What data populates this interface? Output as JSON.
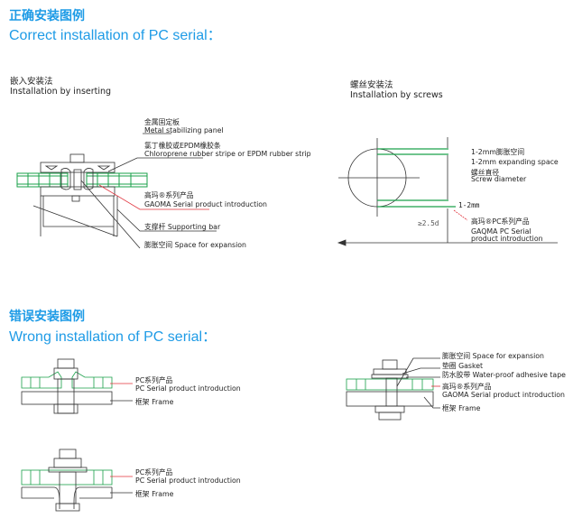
{
  "correct": {
    "title_cn": "正确安装图例",
    "title_en": "Correct installation of  PC serial：",
    "inserting": {
      "title_cn": "嵌入安装法",
      "title_en": "Installation by inserting",
      "labels": {
        "metal_cn": "金属固定板",
        "metal_en": "Metal stabilizing panel",
        "rubber_cn": "氯丁橡胶或EPDM橡胶条",
        "rubber_en": "Chloroprene rubber stripe or EPDM rubber strip",
        "product_cn": "高玛®系列产品",
        "product_en": "GAOMA Serial product introduction",
        "bar": "支撑杆  Supporting bar",
        "space": "膨胀空间 Space for expansion"
      }
    },
    "screws": {
      "title_cn": "螺丝安装法",
      "title_en": "Installation by screws",
      "labels": {
        "space_cn": "1-2mm膨胀空间",
        "space_en": "1-2mm expanding space",
        "diameter_cn": "螺丝直径",
        "diameter_en": "Screw diameter",
        "gap": "1-2mm",
        "distance": "≥2.5d",
        "product_cn": "高玛®PC系列产品",
        "product_en1": "GAQMA  PC Serial",
        "product_en2": "product introduction"
      }
    }
  },
  "wrong": {
    "title_cn": "错误安装图例",
    "title_en": "Wrong installation of PC serial：",
    "diagram1": {
      "product_cn": "PC系列产品",
      "product_en": "PC Serial product introduction",
      "frame": "框架 Frame"
    },
    "diagram2": {
      "product_cn": "PC系列产品",
      "product_en": "PC Serial product introduction",
      "frame": "框架 Frame"
    },
    "diagram3": {
      "space": "膨胀空间 Space for expansion",
      "gasket": "垫圈 Gasket",
      "tape": "防水胶带 Water-proof  adhesive tape",
      "product_cn": "高玛®系列产品",
      "product_en": "GAOMA  Serial product introduction",
      "frame": "框架  Frame"
    }
  },
  "colors": {
    "heading": "#1e9be6",
    "panel": "#1aa04a",
    "pointer": "#e0303a"
  }
}
